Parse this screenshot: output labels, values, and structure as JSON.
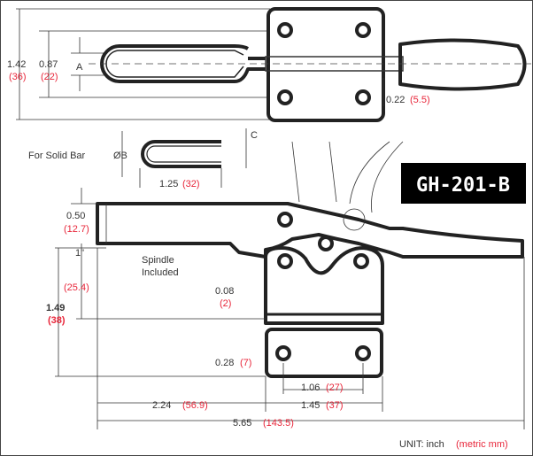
{
  "model": "GH-201-B",
  "top_view": {
    "overall_height": {
      "inch": "1.42",
      "mm": "(36)"
    },
    "hole_spacing": {
      "inch": "0.87",
      "mm": "(22)"
    },
    "handle_dim_label": "A",
    "offset": {
      "inch": "0.22",
      "mm": "(5.5)"
    }
  },
  "solid_bar": {
    "label": "For Solid Bar",
    "diameter_label": "ØB",
    "gap_label": "C",
    "length": {
      "inch": "1.25",
      "mm": "(32)"
    }
  },
  "side_view": {
    "arm_thickness": {
      "inch": "0.50",
      "mm": "(12.7)"
    },
    "spindle_note": [
      "Spindle",
      "Included"
    ],
    "arm_height": {
      "inch": "1\"",
      "mm": "(25.4)"
    },
    "total_height": {
      "inch": "1.49",
      "mm": "(38)"
    },
    "gap": {
      "inch": "0.08",
      "mm": "(2)"
    },
    "base_thickness": {
      "inch": "0.28",
      "mm": "(7)"
    },
    "base_hole_spacing": {
      "inch": "1.06",
      "mm": "(27)"
    },
    "base_width": {
      "inch": "1.45",
      "mm": "(37)"
    },
    "reach": {
      "inch": "2.24",
      "mm": "(56.9)"
    },
    "overall_length": {
      "inch": "5.65",
      "mm": "(143.5)"
    }
  },
  "unit_note": {
    "label": "UNIT:  inch",
    "metric": "(metric mm)"
  }
}
